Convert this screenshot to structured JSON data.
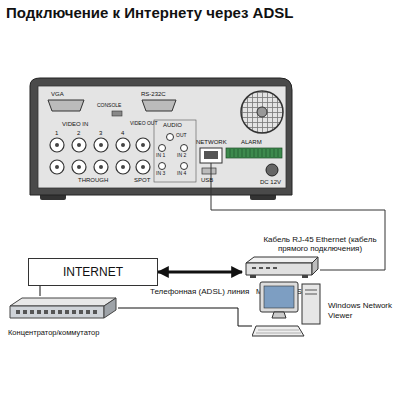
{
  "diagram": {
    "title": "Подключение к Интернету через ADSL",
    "nodes": [
      {
        "text": [
          "INTERNET"
        ]
      },
      {
        "text": [
          "МОДЕМ ADSL"
        ]
      },
      {
        "text": [
          "Концентратор/коммутатор"
        ]
      },
      {
        "text": [
          "Windows Network Viewer"
        ]
      }
    ],
    "edges": [
      {
        "from": 0,
        "to": 1,
        "label": "Телефонная (ADSL) линия",
        "arrow": "both"
      },
      {
        "from": 0,
        "to": 2,
        "arrow": "none"
      },
      {
        "from": 2,
        "to": 3,
        "arrow": "none"
      }
    ],
    "labels": [
      "VGA",
      "CONSOLE",
      "RS-232C",
      "VIDEO IN",
      "1",
      "2",
      "3",
      "4",
      "VIDEO OUT",
      "THROUGH",
      "SPOT",
      "AUDIO",
      "OUT",
      "IN 1",
      "IN 2",
      "IN 3",
      "IN 4",
      "NETWORK",
      "USB",
      "ALARM",
      "DC 12V",
      "Кабель RJ-45 Ethernet (кабель прямого подключения)"
    ]
  }
}
